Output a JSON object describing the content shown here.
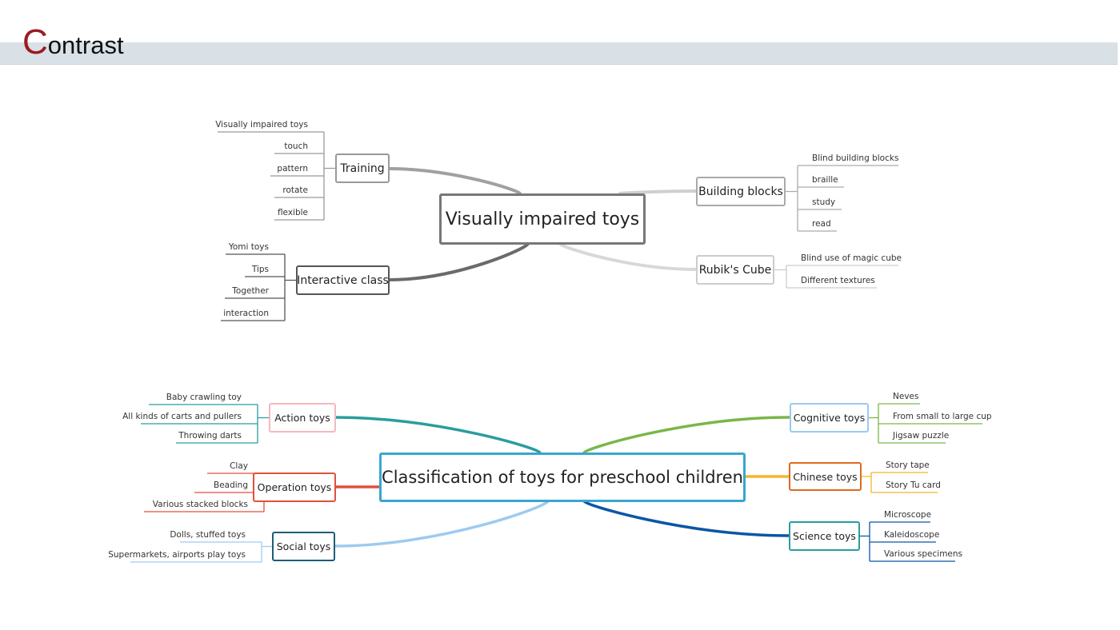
{
  "header": {
    "title_initial": "C",
    "title_rest": "ontrast"
  },
  "map1": {
    "center": "Visually impaired toys",
    "branches": [
      {
        "label": "Training",
        "children": [
          "Visually impaired toys",
          "touch",
          "pattern",
          "rotate",
          "flexible"
        ]
      },
      {
        "label": "Interactive class",
        "children": [
          "Yomi toys",
          "Tips",
          "Together",
          "interaction"
        ]
      },
      {
        "label": "Building blocks",
        "children": [
          "Blind building blocks",
          "braille",
          "study",
          "read"
        ]
      },
      {
        "label": "Rubik's Cube",
        "children": [
          "Blind use of magic cube",
          "Different textures"
        ]
      }
    ]
  },
  "map2": {
    "center": "Classification of toys for preschool children",
    "branches": [
      {
        "label": "Action toys",
        "children": [
          "Baby crawling toy",
          "All kinds of carts and pullers",
          "Throwing darts"
        ]
      },
      {
        "label": "Operation toys",
        "children": [
          "Clay",
          "Beading",
          "Various stacked blocks"
        ]
      },
      {
        "label": "Social toys",
        "children": [
          "Dolls, stuffed toys",
          "Supermarkets, airports play toys"
        ]
      },
      {
        "label": "Cognitive toys",
        "children": [
          "Neves",
          "From small to large cup",
          "Jigsaw puzzle"
        ]
      },
      {
        "label": "Chinese toys",
        "children": [
          "Story tape",
          "Story Tu card"
        ]
      },
      {
        "label": "Science toys",
        "children": [
          "Microscope",
          "Kaleidoscope",
          "Various specimens"
        ]
      }
    ]
  },
  "colors": {
    "title_accent": "#9b1b22",
    "header_bar": "#d9e1e7",
    "center2_border": "#3aa6cf"
  }
}
